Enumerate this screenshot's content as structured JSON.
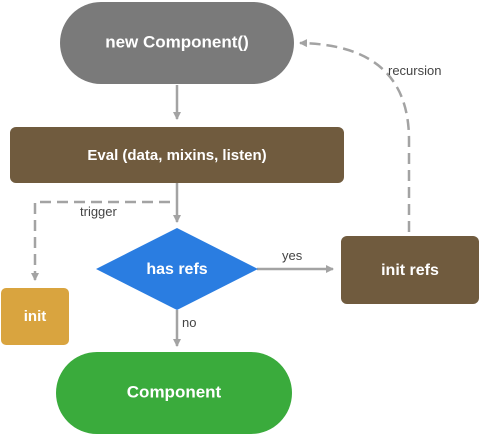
{
  "nodes": {
    "new_component": {
      "label": "new Component()",
      "color": "#7a7a7a"
    },
    "eval": {
      "label": "Eval (data, mixins, listen)",
      "color": "#705b3e"
    },
    "has_refs": {
      "label": "has refs",
      "color": "#2a7de1"
    },
    "init_refs": {
      "label": "init refs",
      "color": "#705b3e"
    },
    "init": {
      "label": "init",
      "color": "#d9a43f"
    },
    "component": {
      "label": "Component",
      "color": "#3aab3c"
    }
  },
  "edges": {
    "trigger": {
      "label": "trigger"
    },
    "yes": {
      "label": "yes"
    },
    "no": {
      "label": "no"
    },
    "recursion": {
      "label": "recursion"
    }
  },
  "colors": {
    "arrow": "#a3a3a3"
  }
}
